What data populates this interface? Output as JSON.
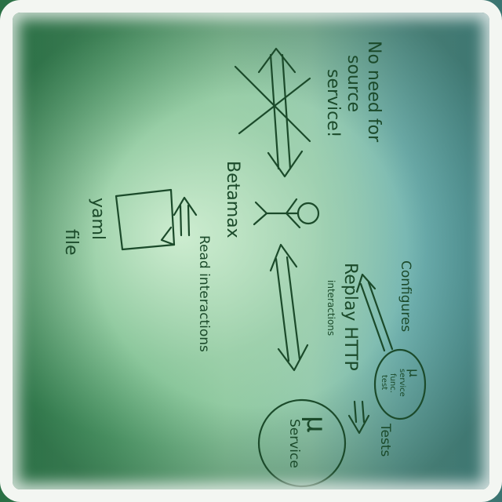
{
  "whiteboard": {
    "no_source_line1": "No need for",
    "no_source_line2": "source",
    "no_source_line3": "service!",
    "betamax": "Betamax",
    "read_interactions": "Read interactions",
    "yaml_line1": "yaml",
    "yaml_line2": "file",
    "configures": "Configures",
    "replay_line1": "Replay HTTP",
    "replay_line2": "interactions",
    "functest_mu": "μ",
    "functest_line1": "service",
    "functest_line2": "func.",
    "functest_line3": "test",
    "tests": "Tests",
    "service_mu": "μ",
    "service_label": "Service"
  }
}
